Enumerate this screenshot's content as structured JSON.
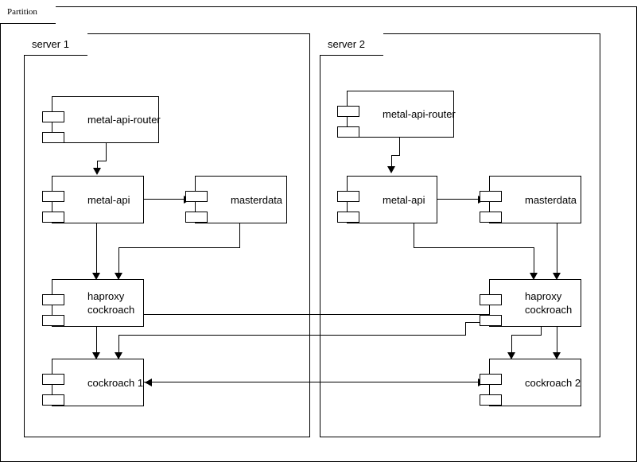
{
  "diagram": {
    "title": "Partition",
    "partition_label": "Partition"
  },
  "servers": [
    {
      "id": "server-1",
      "label": "server 1",
      "components": [
        {
          "id": "metal-api-router-1",
          "label": "metal-api-router"
        },
        {
          "id": "metal-api-1",
          "label": "metal-api"
        },
        {
          "id": "masterdata-1",
          "label": "masterdata"
        },
        {
          "id": "haproxy-cockroach-1",
          "label_line1": "haproxy",
          "label_line2": "cockroach"
        },
        {
          "id": "cockroach-1",
          "label": "cockroach 1"
        }
      ]
    },
    {
      "id": "server-2",
      "label": "server 2",
      "components": [
        {
          "id": "metal-api-router-2",
          "label": "metal-api-router"
        },
        {
          "id": "metal-api-2",
          "label": "metal-api"
        },
        {
          "id": "masterdata-2",
          "label": "masterdata"
        },
        {
          "id": "haproxy-cockroach-2",
          "label_line1": "haproxy",
          "label_line2": "cockroach"
        },
        {
          "id": "cockroach-2",
          "label": "cockroach 2"
        }
      ]
    }
  ],
  "colors": {
    "stroke": "#000000",
    "fill": "#ffffff"
  }
}
